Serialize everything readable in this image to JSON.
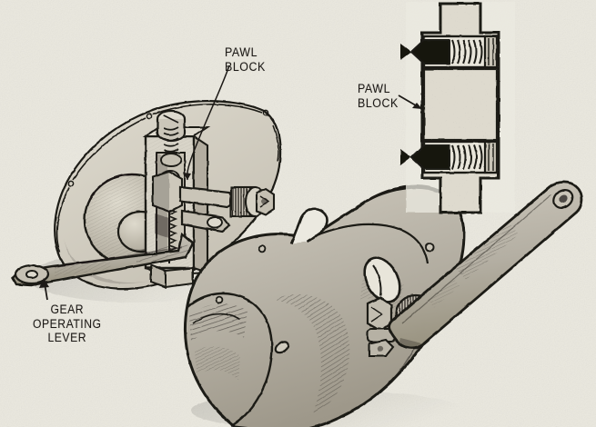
{
  "figure": {
    "title": "Gear operating lever and pawl block mechanism",
    "medium": "pen-and-ink technical illustration",
    "background_color": "#ebe9e0",
    "ink_color": "#1d1a17",
    "metal_fill_color": "#b5b0a5",
    "light_metal_fill_color": "#d8d4c8",
    "section_fill_color": "#dedace",
    "pawl_color": "#141210"
  },
  "callouts": [
    {
      "id": "pawl-block-main",
      "text": "PAWL\nBLOCK",
      "line1": "PAWL",
      "line2": "BLOCK",
      "leader": "curved-line",
      "points_to": "pawl block in cutaway assembly"
    },
    {
      "id": "pawl-block-inset",
      "text": "PAWL\nBLOCK",
      "line1": "PAWL",
      "line2": "BLOCK",
      "leader": "arrow",
      "points_to": "sectioned pawl block detail"
    },
    {
      "id": "gear-operating-lever",
      "text": "GEAR\nOPERATING\nLEVER",
      "line1": "GEAR",
      "line2": "OPERATING",
      "line3": "LEVER",
      "leader": "arrow",
      "points_to": "eye end of gear operating lever"
    }
  ],
  "parts": {
    "cutaway_assembly": "sectioned gear housing with ratchet wheel, toothed rack, spring plunger and pawl block",
    "inset_detail": "vertical section through pawl block showing two spring-loaded pawls",
    "main_housing": "large shaded gear case with access notch and oval ports",
    "operating_lever": "long tapered lever with eye end and knurled splined hub"
  }
}
